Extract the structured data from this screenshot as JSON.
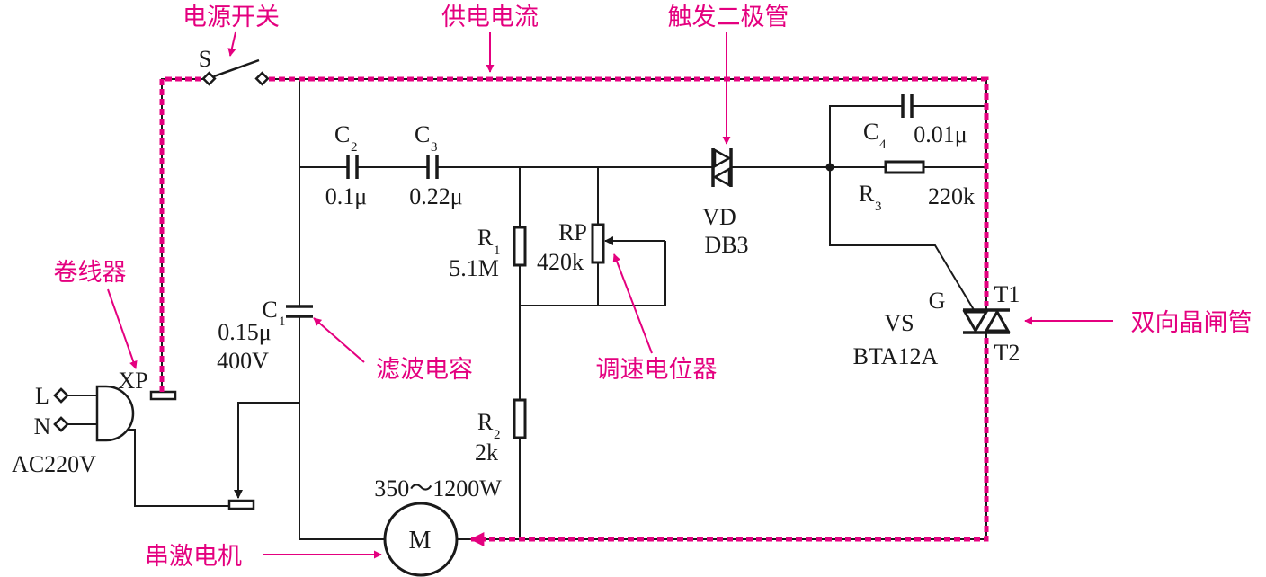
{
  "labels": {
    "power_switch": "电源开关",
    "supply_current": "供电电流",
    "trigger_diode": "触发二极管",
    "cord_reel": "卷线器",
    "filter_capacitor": "滤波电容",
    "speed_pot": "调速电位器",
    "triac": "双向晶闸管",
    "series_motor": "串激电机"
  },
  "components": {
    "switch": {
      "ref": "S"
    },
    "c2": {
      "ref": "C",
      "sub": "2",
      "value": "0.1μ"
    },
    "c3": {
      "ref": "C",
      "sub": "3",
      "value": "0.22μ"
    },
    "c4": {
      "ref": "C",
      "sub": "4",
      "value": "0.01μ"
    },
    "r3": {
      "ref": "R",
      "sub": "3",
      "value": "220k"
    },
    "vd": {
      "ref": "VD",
      "value": "DB3"
    },
    "r1": {
      "ref": "R",
      "sub": "1",
      "value": "5.1M"
    },
    "rp": {
      "ref": "RP",
      "value": "420k"
    },
    "c": {
      "ref": "C",
      "sub": "1",
      "value": "0.15μ",
      "voltage": "400V"
    },
    "plug": {
      "ref": "XP",
      "l": "L",
      "n": "N",
      "supply": "AC220V"
    },
    "r2": {
      "ref": "R",
      "sub": "2",
      "value": "2k"
    },
    "motor": {
      "ref": "M",
      "power": "350～1200W"
    },
    "vs": {
      "ref": "VS",
      "value": "BTA12A",
      "gate": "G",
      "t1": "T1",
      "t2": "T2"
    }
  },
  "colors": {
    "accent": "#e4007f",
    "wire": "#1a1a1a"
  }
}
